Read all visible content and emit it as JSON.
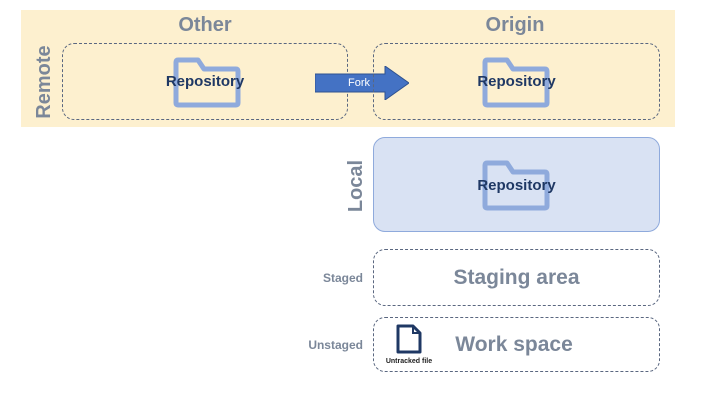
{
  "remote": {
    "side_label": "Remote",
    "other": {
      "title": "Other",
      "repo_label": "Repository"
    },
    "origin": {
      "title": "Origin",
      "repo_label": "Repository"
    },
    "fork_label": "Fork"
  },
  "local": {
    "side_label": "Local",
    "repo_label": "Repository"
  },
  "staged": {
    "side_label": "Staged",
    "box_label": "Staging area"
  },
  "unstaged": {
    "side_label": "Unstaged",
    "box_label": "Work space",
    "file_label": "Untracked file"
  },
  "colors": {
    "remote_band": "#fdf0cf",
    "local_fill": "#d9e2f3",
    "folder": "#8faadc",
    "arrow": "#4472c4",
    "title_gray": "#7b8799",
    "repo_text": "#1f3864"
  },
  "icons": [
    "folder-icon",
    "arrow-right-icon",
    "file-icon"
  ]
}
